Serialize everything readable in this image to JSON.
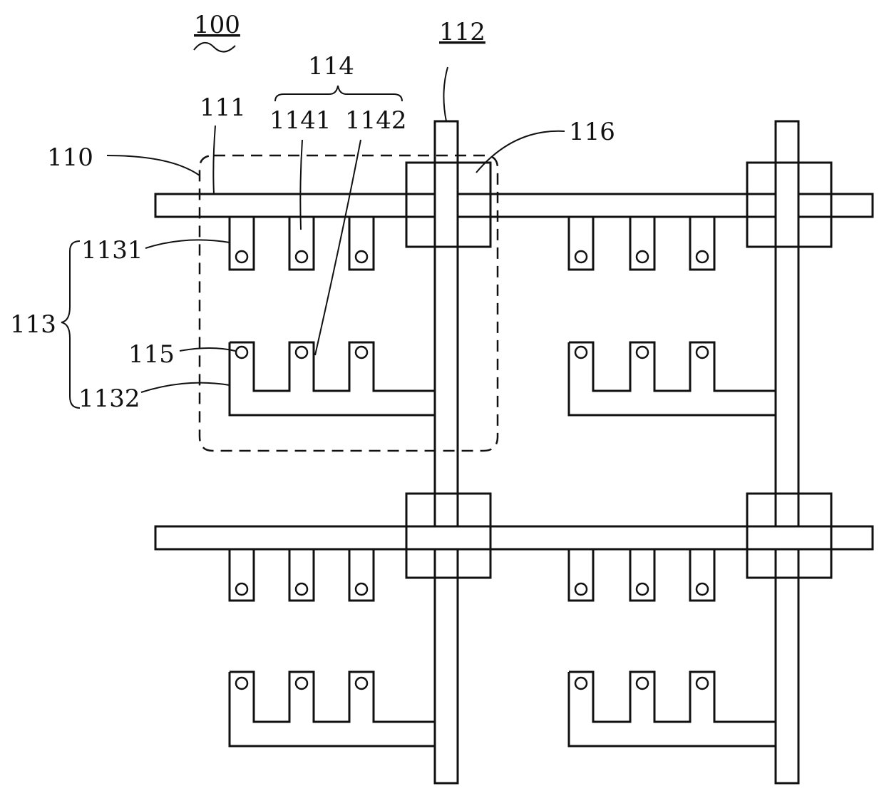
{
  "figure": {
    "labels": {
      "l100": "100",
      "l114": "114",
      "l112": "112",
      "l111": "111",
      "l1141": "1141",
      "l1142": "1142",
      "l116": "116",
      "l110": "110",
      "l1131": "1131",
      "l113": "113",
      "l115": "115",
      "l1132": "1132"
    }
  }
}
